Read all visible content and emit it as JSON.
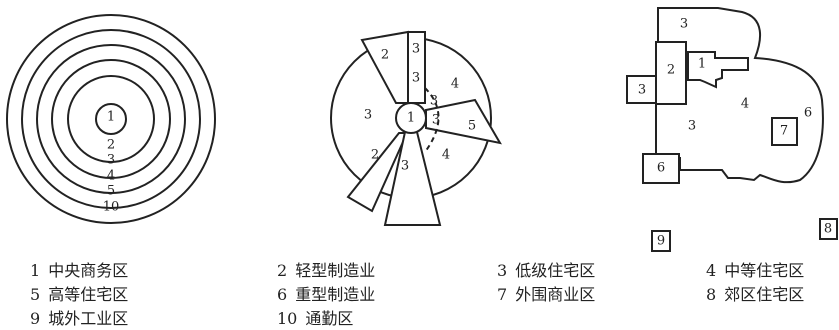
{
  "zone_numbers": {
    "z1": "1",
    "z2": "2",
    "z3": "3",
    "z4": "4",
    "z5": "5",
    "z6": "6",
    "z7": "7",
    "z8": "8",
    "z9": "9",
    "z10": "10"
  },
  "legend": [
    {
      "num": "1",
      "label": "中央商务区"
    },
    {
      "num": "2",
      "label": "轻型制造业"
    },
    {
      "num": "3",
      "label": "低级住宅区"
    },
    {
      "num": "4",
      "label": "中等住宅区"
    },
    {
      "num": "5",
      "label": "高等住宅区"
    },
    {
      "num": "6",
      "label": "重型制造业"
    },
    {
      "num": "7",
      "label": "外围商业区"
    },
    {
      "num": "8",
      "label": "郊区住宅区"
    },
    {
      "num": "9",
      "label": "城外工业区"
    },
    {
      "num": "10",
      "label": "通勤区"
    }
  ],
  "colors": {
    "stroke": "#222222",
    "background": "#ffffff"
  }
}
